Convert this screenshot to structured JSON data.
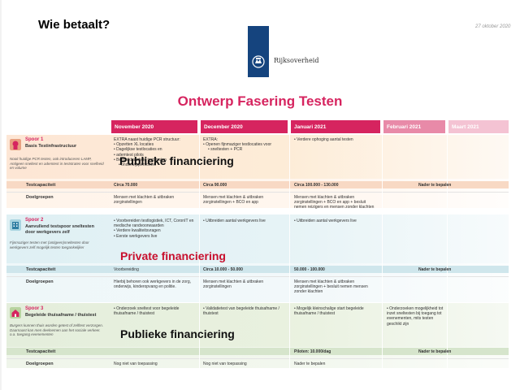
{
  "slide": {
    "title": "Wie betaalt?",
    "date": "27 oktober 2020"
  },
  "logo": {
    "text": "Rijksoverheid",
    "bar_color": "#15447e"
  },
  "document": {
    "title": "Ontwerp Fasering Testen",
    "accent": "#d6245f",
    "months": [
      "November 2020",
      "December 2020",
      "Januari 2021",
      "Februari 2021",
      "Maart 2021"
    ]
  },
  "rows": {
    "testcapaciteit": "Testcapaciteit",
    "doelgroepen": "Doelgroepen"
  },
  "spoor1": {
    "label": "Spoor 1",
    "name": "Basis Testinfrastructuur",
    "desc": "Nooit huidige PCR testen, ook introduceren LAMP, Antigeen sneltest en ademtest in teststraten voor snelheid en volume",
    "nov_head": "EXTRA naast huidige PCR structuur:",
    "nov_items": [
      "Opzetten XL locaties",
      "Dagelijkse testlocaties en",
      "ademtest pilots"
    ],
    "nov_extra": [
      "Beschikbaarheid teststraten",
      "onderwijspersoneel"
    ],
    "dec_head": "EXTRA:",
    "dec_items": [
      "Openen fijnmaziger testlocaties voor",
      "sneltesten + PCR"
    ],
    "jan_items": [
      "Verdere ophoging aantal testen"
    ],
    "cap_nov": "Circa 70.000",
    "cap_dec": "Circa 90.000",
    "cap_jan": "Circa 100.000 - 130.000",
    "cap_feb": "Nader te bepalen",
    "doel_nov": "Mensen met klachten & uitbraken zorginstellingen",
    "doel_dec": "Mensen met klachten & uitbraken zorginstellingen + BCO en app",
    "doel_jan": "Mensen met klachten & uitbraken zorginstellingen + BCO en app + besluit nemen reizigers en mensen zonder klachten"
  },
  "spoor2": {
    "label": "Spoor 2",
    "name": "Aanvullend testspoor sneltesten door werkgevers zelf",
    "desc": "Fijnmaziger testen met (antigeen)sneltesten door werkgevers zelf mogelijk testen toegankelijker",
    "nov_items": [
      "Voorbereiden testlogistiek, ICT, CoronIT en medische randvoorwaarden",
      "Verdere kwaliteitsvragen",
      "Eerste werkgevers live"
    ],
    "dec_items": [
      "Uitbreiden aantal werkgevers live"
    ],
    "jan_items": [
      "Uitbreiden aantal werkgevers live"
    ],
    "cap_nov": "Voorbereiding",
    "cap_dec": "Circa 10.000 - 50.000",
    "cap_jan": "50.000 - 100.000",
    "cap_feb": "Nader te bepalen",
    "doel_nov": "Hierbij behoren ook werkgevers in de zorg, onderwijs, kinderopvang en politie.",
    "doel_dec": "Mensen met klachten & uitbraken zorginstellingen",
    "doel_jan": "Mensen met klachten & uitbraken zorginstellingen + besluit nemen mensen zonder klachten"
  },
  "spoor3": {
    "label": "Spoor 3",
    "name": "Begeleide thuisafname / thuistest",
    "desc": "Burgers kunnen thuis worden getest of zelftest verzorgen. Daarnaast kan men deelnemen aan het sociale verkeer. o.a. toegang evenementen",
    "nov_items": [
      "Onderzoek sneltest voor begeleide thuisafname / thuistest"
    ],
    "dec_items": [
      "Validatietest van begeleide thuisafname / thuistest"
    ],
    "jan_items": [
      "Mogelijk kleinschalige start begeleide thuisafname / thuistest"
    ],
    "feb_items": [
      "Onderzoeken mogelijkheid tot inzet sneltesten bij toegang tot evenementen, mits testen geschikt zijn"
    ],
    "cap_jan": "Piloten: 10.000/dag",
    "cap_feb": "Nader te bepalen",
    "doel_nov": "Nog niet van toepassing",
    "doel_dec": "Nog niet van toepassing",
    "doel_jan": "Nader te bepalen"
  },
  "overlays": {
    "publiek1": "Publieke financiering",
    "privaat": "Private financiering",
    "publiek2": "Publieke financiering"
  }
}
